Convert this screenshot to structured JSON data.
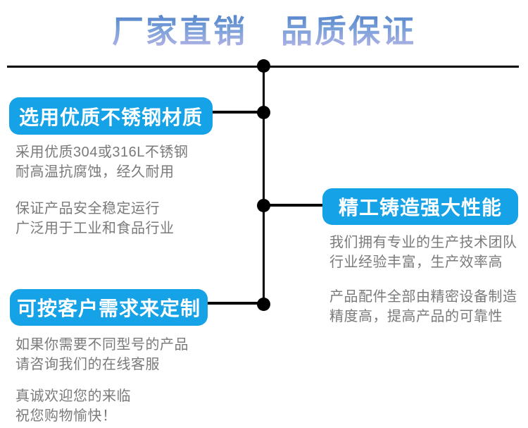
{
  "title": {
    "text": "厂家直销　品质保证"
  },
  "colors": {
    "badge_blue": "#16a2e6",
    "title_gradient_top": "#3c74c4",
    "title_gradient_bottom": "#bdb6e8",
    "text_gray": "#7a7a7a",
    "line_black": "#000000"
  },
  "sections": [
    {
      "id": "material",
      "badge_label": "选用优质不锈钢材质",
      "lines": [
        "采用优质304或316L不锈钢",
        "耐高温抗腐蚀，经久耐用",
        "保证产品安全稳定运行",
        "广泛用于工业和食品行业"
      ]
    },
    {
      "id": "performance",
      "badge_label": "精工铸造强大性能",
      "lines": [
        "我们拥有专业的生产技术团队",
        "行业经验丰富，生产效率高",
        "产品配件全部由精密设备制造",
        "精度高，提高产品的可靠性"
      ]
    },
    {
      "id": "custom",
      "badge_label": "可按客户需求来定制",
      "lines": [
        "如果你需要不同型号的产品",
        "请咨询我们的在线客服",
        "真诚欢迎您的来临",
        "祝您购物愉快！"
      ]
    }
  ]
}
